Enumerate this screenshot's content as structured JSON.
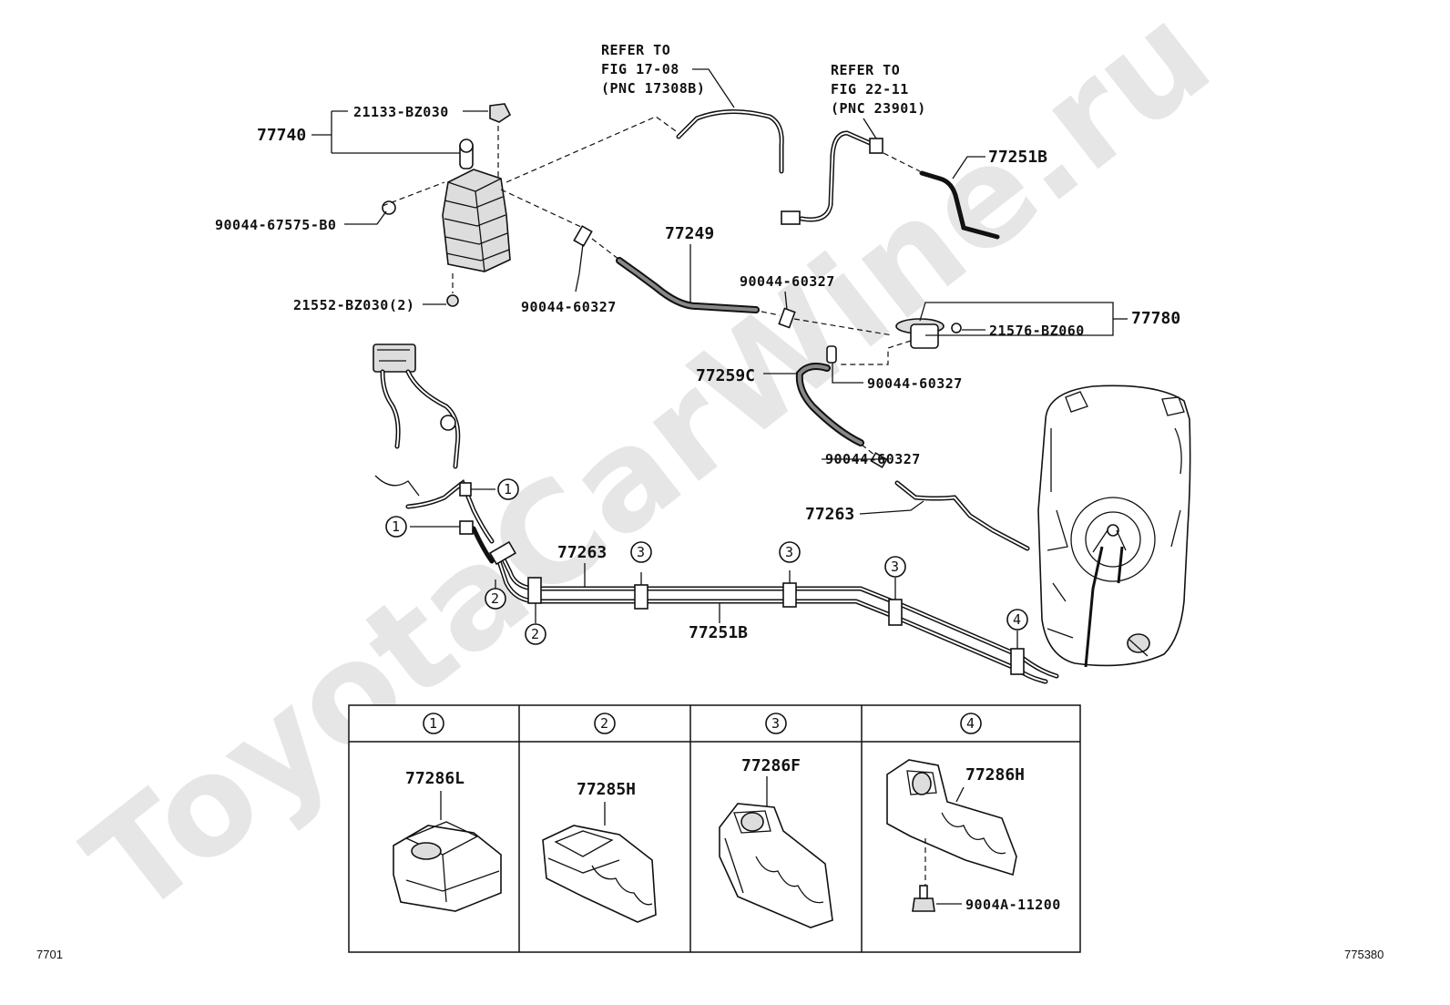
{
  "watermark": "ToyotaCarWine.ru",
  "refs": {
    "ref1": [
      "REFER TO",
      "FIG 17-08",
      "(PNC 17308B)"
    ],
    "ref2": [
      "REFER TO",
      "FIG 22-11",
      "(PNC 23901)"
    ]
  },
  "labels": {
    "canister": "77740",
    "cap": "21133-BZ030",
    "clip_left": "90044-67575-B0",
    "nut": "21552-BZ030(2)",
    "clamp_a": "90044-60327",
    "hose_a": "77249",
    "clamp_b": "90044-60327",
    "filter_assy": "77780",
    "filter_plug": "21576-BZ060",
    "hose_c": "77259C",
    "clamp_c": "90044-60327",
    "clamp_d": "90044-60327",
    "tube_upper_right": "77251B",
    "tube_right": "77263",
    "tube_main": "77263",
    "tube_main_b": "77251B"
  },
  "callouts": [
    "1",
    "1",
    "2",
    "2",
    "3",
    "3",
    "3",
    "4"
  ],
  "legend": {
    "headers": [
      "1",
      "2",
      "3",
      "4"
    ],
    "parts": [
      "77286L",
      "77285H",
      "77286F",
      "77286H"
    ],
    "bolt": "9004A-11200"
  },
  "footer": {
    "left": "7701",
    "right": "775380"
  }
}
